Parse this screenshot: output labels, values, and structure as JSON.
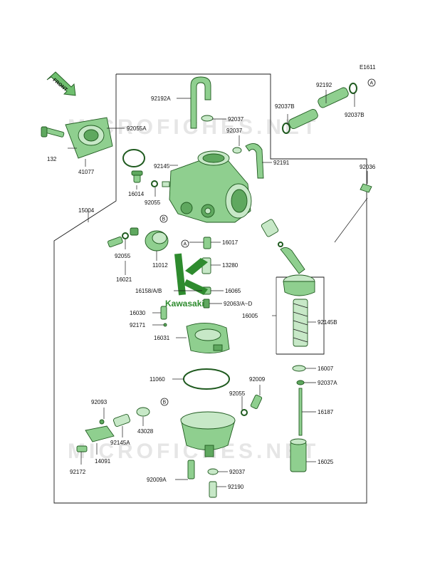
{
  "diagram": {
    "code": "E1611",
    "front_label": "FRONT",
    "watermark": "MICROFICHES.NET",
    "brand_logo_text": "Kawasaki",
    "ref_markers": [
      "A",
      "B"
    ]
  },
  "parts": {
    "p92192A": "92192A",
    "p92037_top": "92037",
    "p92037_b": "92037",
    "p92191": "92191",
    "p92055A": "92055A",
    "p132": "132",
    "p41077": "41077",
    "p92145": "92145",
    "p16014": "16014",
    "p92055_a": "92055",
    "p15004": "15004",
    "p92055_b": "92055",
    "p16021": "16021",
    "p11012": "11012",
    "p16017": "16017",
    "p13280": "13280",
    "p16158": "16158/A/B",
    "p16065": "16065",
    "p92063": "92063/A~D",
    "p16005": "16005",
    "p16030": "16030",
    "p92171": "92171",
    "p16031": "16031",
    "p92192": "92192",
    "p92037B_1": "92037B",
    "p92037B_2": "92037B",
    "p92036": "92036",
    "p92145B": "92145B",
    "p16007": "16007",
    "p92037A": "92037A",
    "p11060": "11060",
    "p92009": "92009",
    "p92055_c": "92055",
    "p92093": "92093",
    "p43028": "43028",
    "p92145A": "92145A",
    "p14091": "14091",
    "p92172": "92172",
    "p16187": "16187",
    "p16025": "16025",
    "p92009A": "92009A",
    "p92037_bot": "92037",
    "p92190": "92190"
  }
}
